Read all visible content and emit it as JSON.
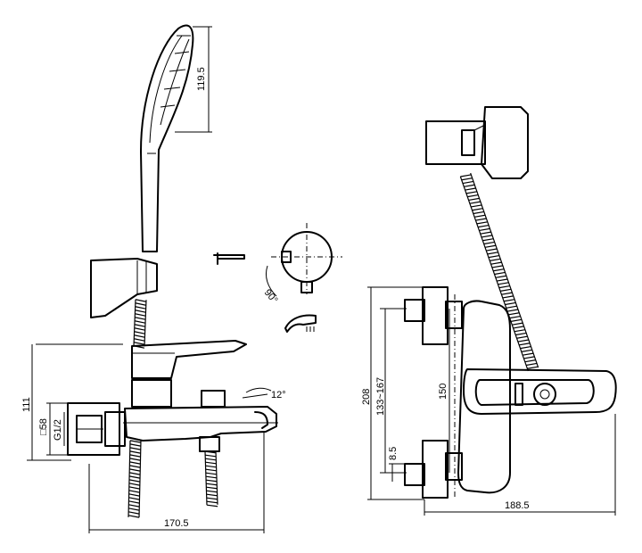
{
  "dimensions": {
    "handset_head_length": "119.5",
    "total_height_left": "111",
    "hex_size": "□58",
    "thread": "G1/2",
    "overall_width_left": "170.5",
    "spout_angle": "12°",
    "rotation_angle": "90°",
    "overall_height_right": "208",
    "inlet_range": "133~167",
    "inlet_spacing": "150",
    "inlet_offset": "8.5",
    "overall_width_right": "188.5"
  }
}
